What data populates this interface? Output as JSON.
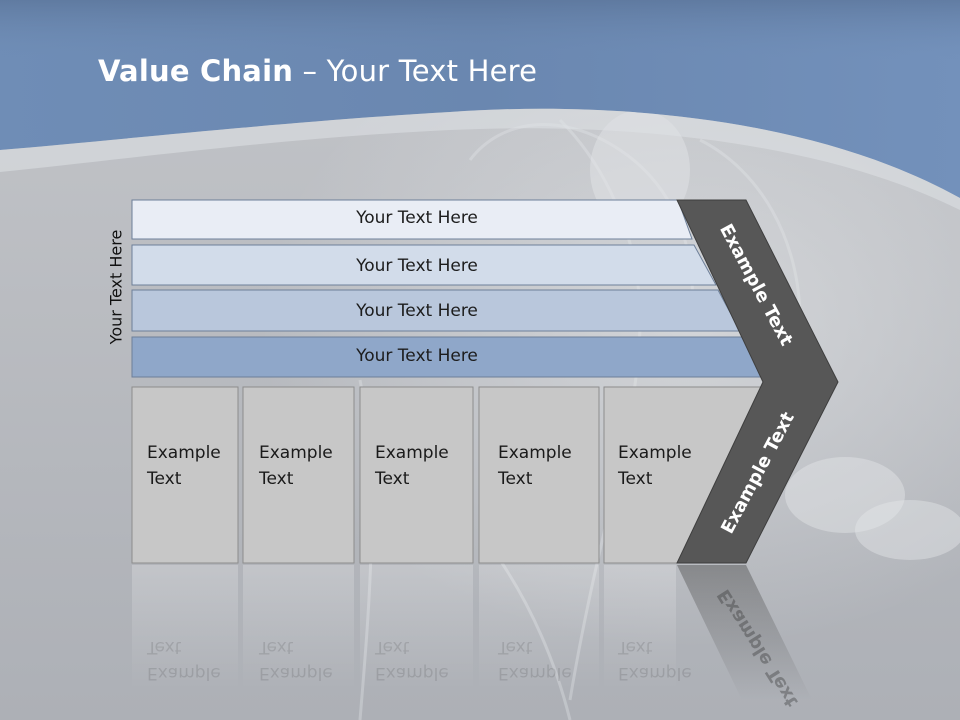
{
  "title": {
    "bold": "Value Chain",
    "rest": " – Your Text Here"
  },
  "side_label": "Your Text Here",
  "bands": [
    {
      "label": "Your Text Here"
    },
    {
      "label": "Your Text Here"
    },
    {
      "label": "Your Text Here"
    },
    {
      "label": "Your Text Here"
    }
  ],
  "boxes": [
    {
      "line1": "Example",
      "line2": "Text"
    },
    {
      "line1": "Example",
      "line2": "Text"
    },
    {
      "line1": "Example",
      "line2": "Text"
    },
    {
      "line1": "Example",
      "line2": "Text"
    },
    {
      "line1": "Example",
      "line2": "Text"
    }
  ],
  "chevron": {
    "upper": "Example Text",
    "lower": "Example Text"
  },
  "colors": {
    "header_blue": "#6f8db6",
    "background_gray": "#b9bcc1",
    "band_1": "#e9edf5",
    "band_2": "#d2dcea",
    "band_3": "#b9c7dc",
    "band_4": "#8fa7c9",
    "box_fill": "#c7c7c7",
    "chevron_fill": "#575757"
  }
}
